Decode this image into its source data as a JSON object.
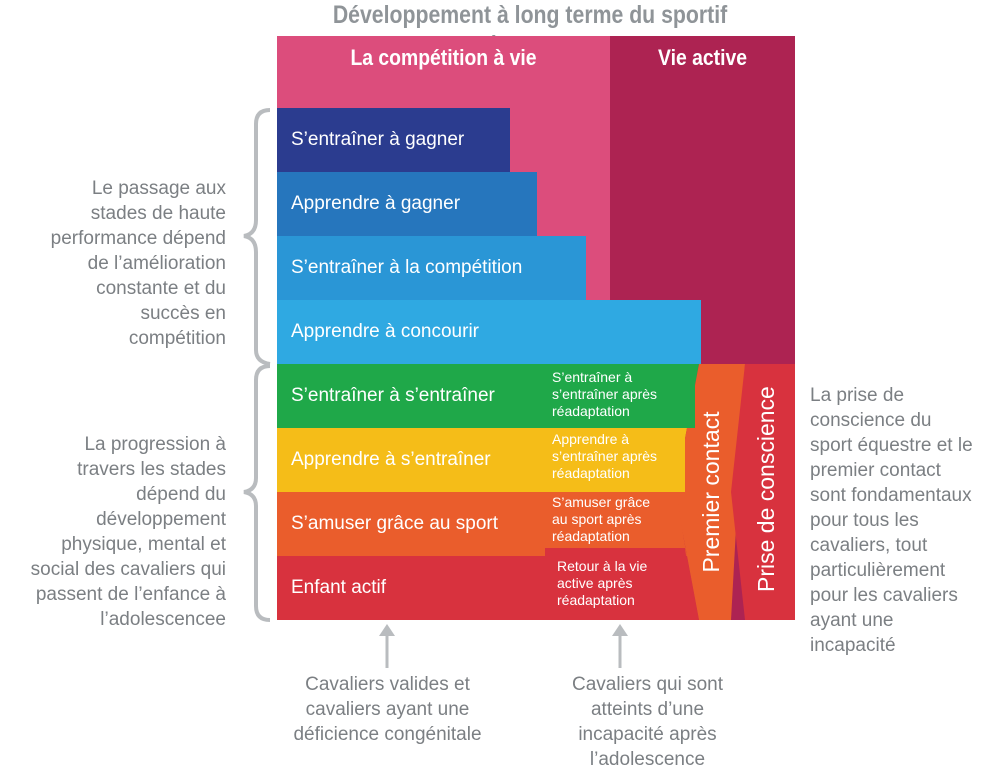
{
  "title": "Développement à long terme du sportif équestre",
  "headers": {
    "competition": "La compétition à vie",
    "active": "Vie active"
  },
  "stages": {
    "train_to_win": "S’entraîner à gagner",
    "learn_to_win": "Apprendre à gagner",
    "train_to_compete": "S’entraîner à la compétition",
    "learn_to_compete": "Apprendre à concourir",
    "train_to_train": "S’entraîner à s’entraîner",
    "learn_to_train": "Apprendre à s’entraîner",
    "fundamentals": "S’amuser grâce au sport",
    "active_start": "Enfant actif"
  },
  "rehab": {
    "train_to_train": [
      "S’entraîner à",
      "s’entraîner après",
      "réadaptation"
    ],
    "learn_to_train": [
      "Apprendre à",
      "s’entraîner après",
      "réadaptation"
    ],
    "fundamentals": [
      "S’amuser grâce",
      "au sport après",
      "réadaptation"
    ],
    "active_start": [
      "Retour à la vie",
      "active après",
      "réadaptation"
    ]
  },
  "vertical": {
    "first_contact": "Premier contact",
    "awareness": "Prise de conscience"
  },
  "left_notes": {
    "upper": [
      "Le passage aux",
      "stades de haute",
      "performance dépend",
      "de l’amélioration",
      "constante et du",
      "succès en",
      "compétition"
    ],
    "lower": [
      "La progression à",
      "travers les stades",
      "dépend du",
      "développement",
      "physique, mental et",
      "social des cavaliers qui",
      "passent de l’enfance à",
      "l’adolescencee"
    ]
  },
  "right_note": [
    "La prise de",
    "conscience du",
    "sport équestre et le",
    "premier contact",
    "sont fondamentaux",
    "pour tous les",
    "cavaliers, tout",
    "particulièrement",
    "pour les cavaliers",
    "ayant une",
    "incapacité"
  ],
  "bottom_notes": {
    "left": [
      "Cavaliers valides et",
      "cavaliers ayant une",
      "déficience congénitale"
    ],
    "right": [
      "Cavaliers qui sont",
      "atteints d’une",
      "incapacité après",
      "l’adolescence"
    ]
  },
  "colors": {
    "competition_bg": "#dc4d7c",
    "active_bg": "#ad2352",
    "train_to_win": "#2b3c8f",
    "learn_to_win": "#2676bd",
    "train_to_compete": "#2a96d6",
    "learn_to_compete": "#2fa9e2",
    "train_to_train": "#1fa849",
    "learn_to_train": "#f5bd18",
    "fundamentals": "#ea5d2c",
    "active_start": "#d8323e",
    "first_contact": "#ea5d2c",
    "awareness": "#d8323e",
    "text_gray": "#7b7f83"
  }
}
